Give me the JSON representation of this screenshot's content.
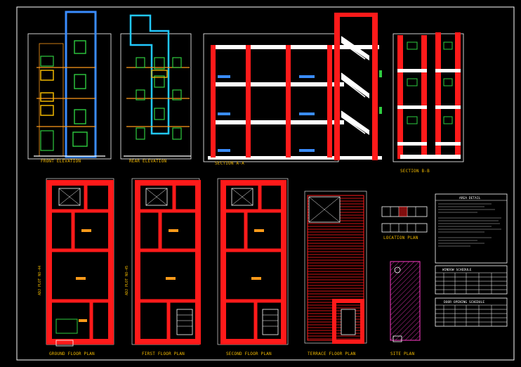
{
  "drawing": {
    "elevations": {
      "front_label": "FRONT ELEVATION",
      "rear_label": "REAR ELEVATION"
    },
    "sections": {
      "section_aa_label": "SECTION A-A",
      "section_bb_label": "SECTION B-B"
    },
    "plans": {
      "ground_label": "GROUND FLOOR PLAN",
      "first_label": "FIRST FLOOR PLAN",
      "second_label": "SECOND FLOOR PLAN",
      "terrace_label": "TERRACE FLOOR PLAN",
      "site_label": "SITE PLAN",
      "location_label": "LOCATION PLAN",
      "adj_plot_1": "ADJ PLOT NO-44",
      "adj_plot_2": "ADJ PLOT NO-45"
    },
    "tables": {
      "area_detail_title": "AREA DETAIL",
      "window_schedule_title": "WINDOW SCHEDULE",
      "door_schedule_title": "DOOR OPENING SCHEDULE"
    },
    "colors": {
      "background": "#000000",
      "wall": "#ff1a1a",
      "label": "#f0b800",
      "window": "#2ecc40",
      "line": "#ffffff",
      "blue": "#3a8dff",
      "cyan": "#22c8ff",
      "orange": "#ff9a1a",
      "magenta": "#ff3dc8"
    }
  }
}
